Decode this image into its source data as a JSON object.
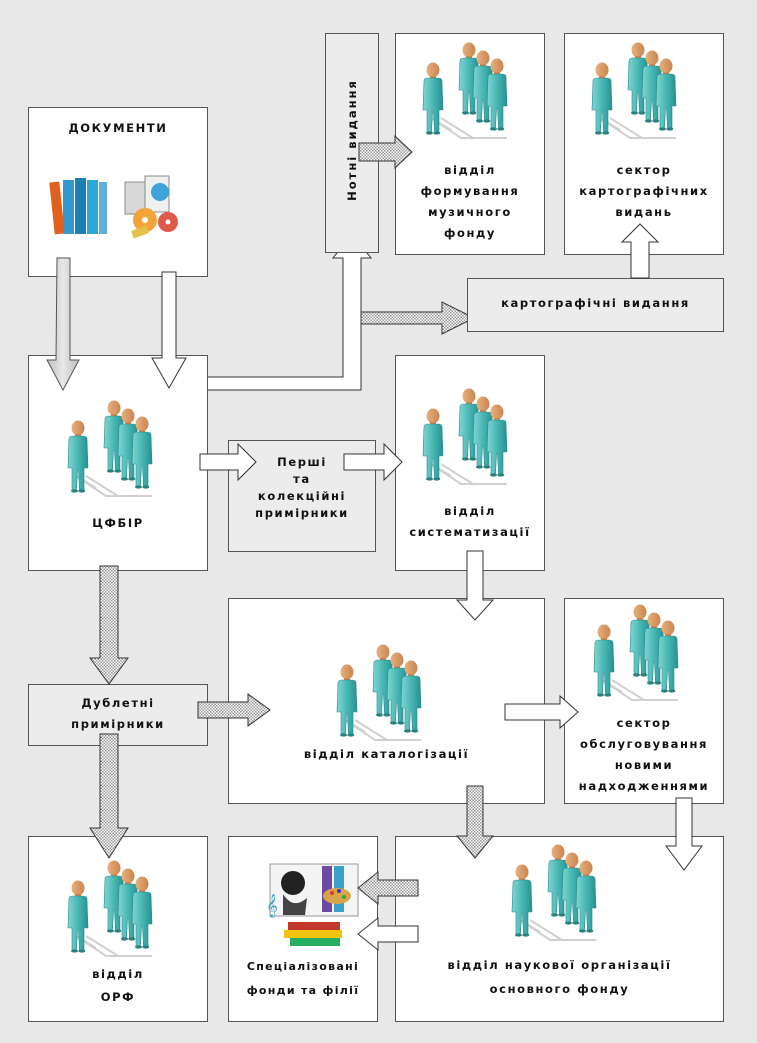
{
  "nodes": {
    "documents": "ДОКУМЕНТИ",
    "notni": "Нотні видання",
    "music_dept": [
      "відділ",
      "формування",
      "музичного",
      "фонду"
    ],
    "cart_sector": [
      "сектор",
      "картографічних",
      "видань"
    ],
    "cart_editions": "картографічні видання",
    "cfbir": "ЦФБІР",
    "first_copies": [
      "Перші",
      "та",
      "колекційні",
      "примірники"
    ],
    "systematization": [
      "відділ",
      "систематизації"
    ],
    "duplicates": [
      "Дублетні",
      "примірники"
    ],
    "cataloging": "відділ каталогізації",
    "service_sector": [
      "сектор",
      "обслуговування",
      "новими",
      "надходженнями"
    ],
    "orf": [
      "відділ",
      "ОРФ"
    ],
    "special_funds": [
      "Спеціалізовані",
      "фонди та філії"
    ],
    "science_dept": [
      "відділ наукової організації",
      "основного фонду"
    ]
  }
}
